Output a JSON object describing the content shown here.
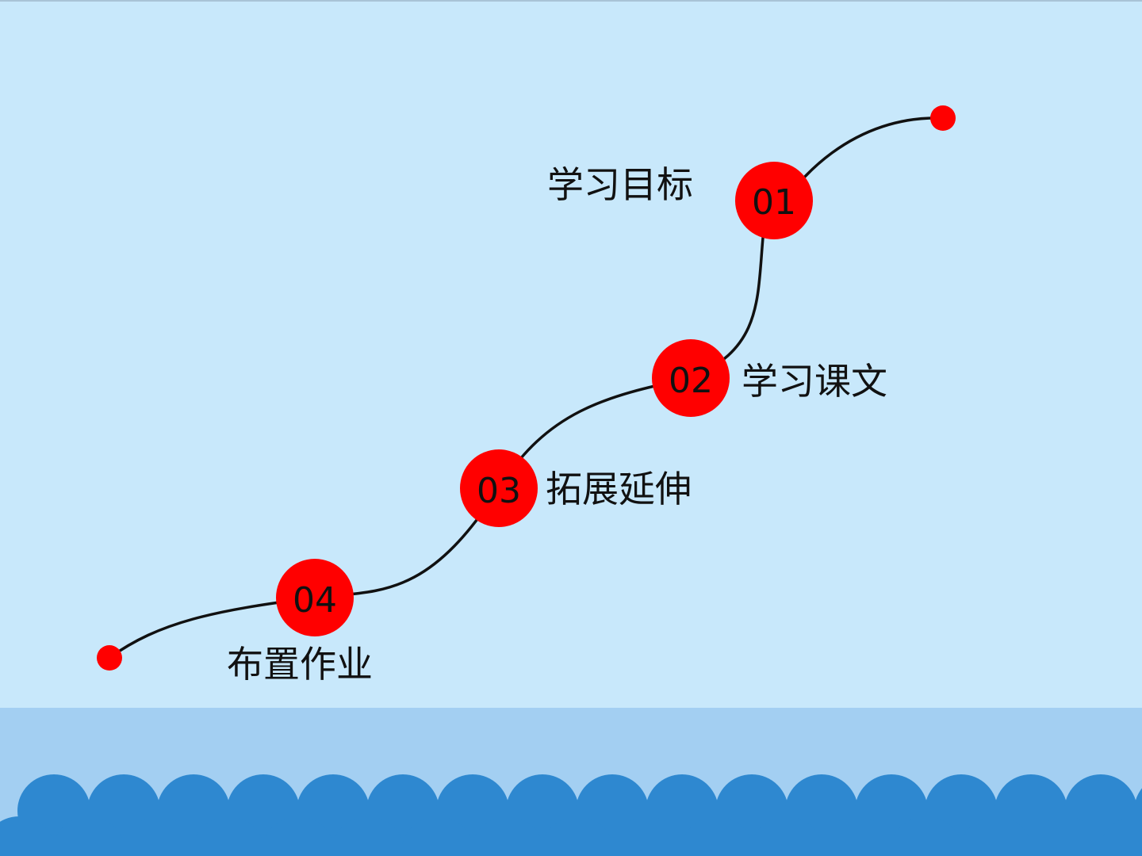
{
  "steps": [
    {
      "number": "01",
      "label": "学习目标"
    },
    {
      "number": "02",
      "label": "学习课文"
    },
    {
      "number": "03",
      "label": "拓展延伸"
    },
    {
      "number": "04",
      "label": "布置作业"
    }
  ],
  "colors": {
    "background": "#c8e8fb",
    "node": "#ff0000",
    "path": "#111111",
    "band": "#a3cff2",
    "wave": "#2e88d0"
  }
}
